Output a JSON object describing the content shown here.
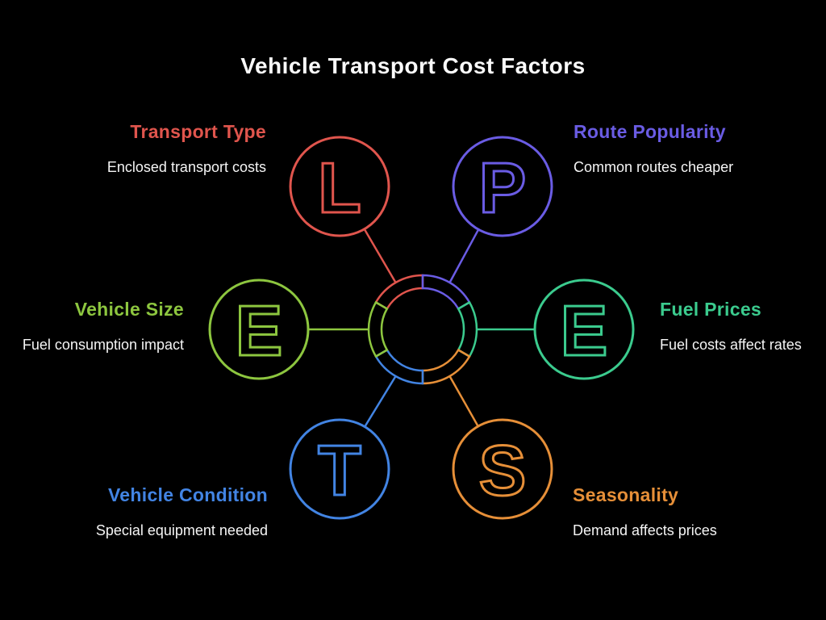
{
  "title": "Vehicle Transport Cost Factors",
  "background_color": "#000000",
  "description_text_color": "#f5f5f5",
  "factors": [
    {
      "id": "transport-type",
      "letter": "L",
      "label": "Transport Type",
      "description": "Enclosed transport costs",
      "color": "#e0554d",
      "position": "top-left"
    },
    {
      "id": "route-popularity",
      "letter": "P",
      "label": "Route Popularity",
      "description": "Common routes cheaper",
      "color": "#6a5ce4",
      "position": "top-right"
    },
    {
      "id": "vehicle-size",
      "letter": "E",
      "label": "Vehicle Size",
      "description": "Fuel consumption impact",
      "color": "#8dc63f",
      "position": "middle-left"
    },
    {
      "id": "fuel-prices",
      "letter": "E",
      "label": "Fuel Prices",
      "description": "Fuel costs affect rates",
      "color": "#3bcb8e",
      "position": "middle-right"
    },
    {
      "id": "vehicle-condition",
      "letter": "T",
      "label": "Vehicle Condition",
      "description": "Special equipment needed",
      "color": "#4284e3",
      "position": "bottom-left"
    },
    {
      "id": "seasonality",
      "letter": "S",
      "label": "Seasonality",
      "description": "Demand affects prices",
      "color": "#e68f38",
      "position": "bottom-right"
    }
  ]
}
